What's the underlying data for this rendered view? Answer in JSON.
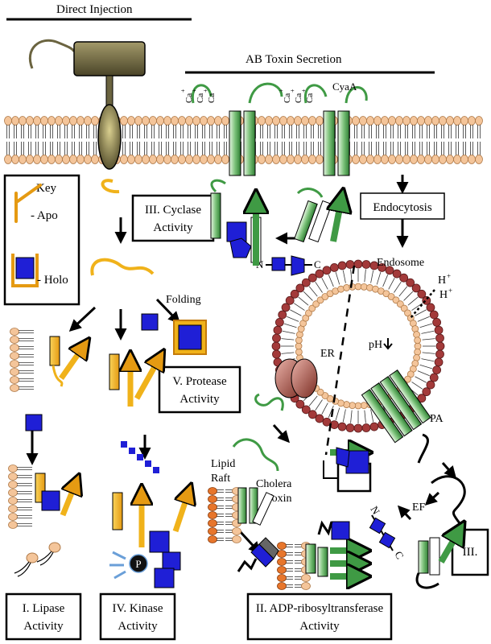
{
  "headers": {
    "direct_injection": "Direct Injection",
    "ab_toxin_secretion": "AB Toxin Secretion"
  },
  "key": {
    "title": "Key",
    "apo": "- Apo",
    "holo": "- Holo"
  },
  "membrane_labels": {
    "cyaa": "CyaA",
    "calcium": "Ca",
    "calcium_charge": "+"
  },
  "boxes": {
    "cyclase": [
      "III. Cyclase",
      "Activity"
    ],
    "endocytosis": "Endocytosis",
    "protease": [
      "V. Protease",
      "Activity"
    ],
    "lipase": [
      "I. Lipase",
      "Activity"
    ],
    "kinase": [
      "IV. Kinase",
      "Activity"
    ],
    "adp": [
      "II. ADP-ribosyltransferase",
      "Activity"
    ],
    "three": "III."
  },
  "labels": {
    "endosome": "Endosome",
    "h_plus": "H",
    "h_plus_sup": "+",
    "folding": "Folding",
    "er": "ER",
    "ph": "pH",
    "pa": "PA",
    "ef": "EF",
    "lipid": "Lipid",
    "raft": "Raft",
    "cholera": "Cholera",
    "toxin": "Toxin",
    "n_term": "N",
    "c_term": "C",
    "phosphate": "P"
  },
  "colors": {
    "head_lipid": "#f4c59a",
    "head_lipid_stroke": "#b07a48",
    "endosome_head": "#a33a3a",
    "green": "#3f9a44",
    "green_light": "#cfe9c8",
    "gold": "#f0b21a",
    "gold_dark": "#c47a0a",
    "blue": "#1f1fd6",
    "injector": "#6b6440"
  }
}
